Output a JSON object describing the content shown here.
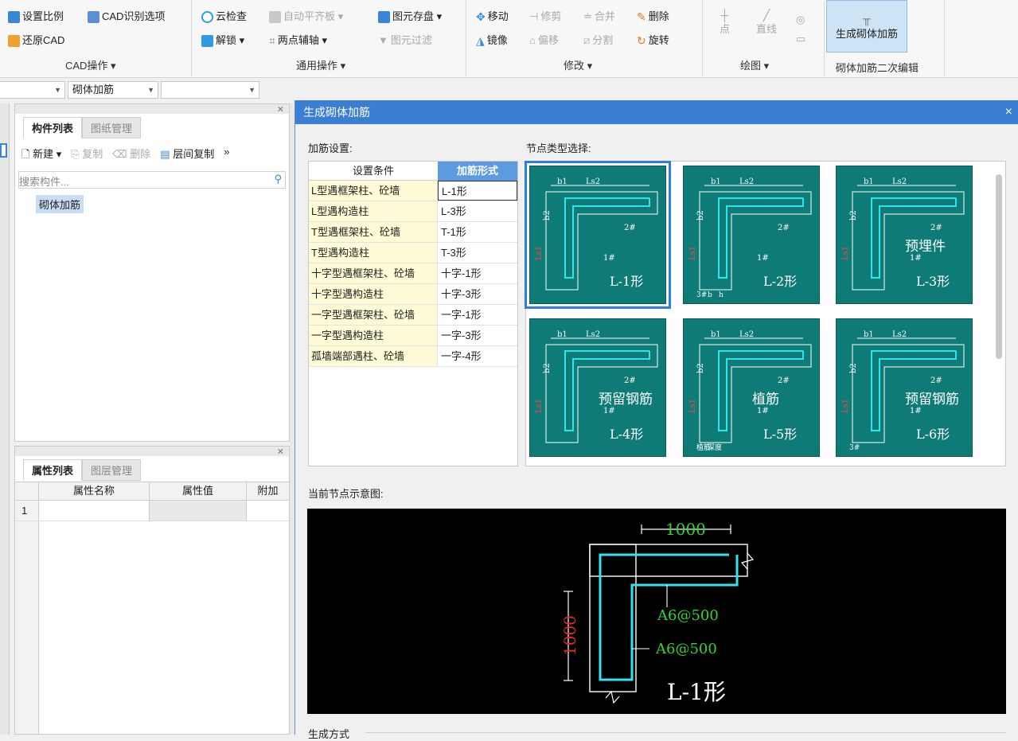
{
  "ribbon": {
    "cad_ops": {
      "set_scale": "设置比例",
      "cad_recog": "CAD识别选项",
      "restore_cad": "还原CAD",
      "group_label": "CAD操作 ▾"
    },
    "common_ops": {
      "cloud_check": "云检查",
      "auto_align": "自动平齐板 ▾",
      "save_element": "图元存盘 ▾",
      "unlock": "解锁 ▾",
      "two_point_axis": "两点辅轴 ▾",
      "element_filter": "图元过滤",
      "group_label": "通用操作 ▾"
    },
    "modify": {
      "move": "移动",
      "trim": "修剪",
      "merge": "合并",
      "delete": "删除",
      "mirror": "镜像",
      "offset": "偏移",
      "split": "分割",
      "rotate": "旋转",
      "group_label": "修改 ▾"
    },
    "draw": {
      "point": "点",
      "line": "直线",
      "group_label": "绘图 ▾"
    },
    "masonry": {
      "generate": "生成砌体加筋",
      "group_label": "砌体加筋二次编辑"
    }
  },
  "combobar": {
    "combo1": "",
    "combo2": "砌体加筋",
    "combo3": ""
  },
  "component_panel": {
    "tab_active": "构件列表",
    "tab_other": "图纸管理",
    "new": "新建 ▾",
    "copy": "复制",
    "delete": "删除",
    "floor_copy": "层间复制",
    "more": "»",
    "search_placeholder": "搜索构件...",
    "tree_item": "砌体加筋"
  },
  "property_panel": {
    "tab_active": "属性列表",
    "tab_other": "图层管理",
    "col_name": "属性名称",
    "col_value": "属性值",
    "col_extra": "附加",
    "row1_num": "1"
  },
  "dialog": {
    "title": "生成砌体加筋",
    "close": "×",
    "settings_label": "加筋设置:",
    "node_type_label": "节点类型选择:",
    "col_condition": "设置条件",
    "col_form": "加筋形式",
    "rows": [
      {
        "condition": "L型遇框架柱、砼墙",
        "form": "L-1形"
      },
      {
        "condition": "L型遇构造柱",
        "form": "L-3形"
      },
      {
        "condition": "T型遇框架柱、砼墙",
        "form": "T-1形"
      },
      {
        "condition": "T型遇构造柱",
        "form": "T-3形"
      },
      {
        "condition": "十字型遇框架柱、砼墙",
        "form": "十字-1形"
      },
      {
        "condition": "十字型遇构造柱",
        "form": "十字-3形"
      },
      {
        "condition": "一字型遇框架柱、砼墙",
        "form": "一字-1形"
      },
      {
        "condition": "一字型遇构造柱",
        "form": "一字-3形"
      },
      {
        "condition": "孤墙端部遇柱、砼墙",
        "form": "一字-4形"
      }
    ],
    "nodes": [
      {
        "name": "L-1形",
        "sub": "",
        "dims": [
          "b1",
          "Ls2",
          "b2",
          "Ls1",
          "2#",
          "1#"
        ]
      },
      {
        "name": "L-2形",
        "sub": "",
        "dims": [
          "b1",
          "Ls2",
          "b2",
          "Ls1",
          "2#",
          "1#",
          "3#",
          "b",
          "h"
        ]
      },
      {
        "name": "L-3形",
        "sub": "预埋件",
        "dims": [
          "b1",
          "Ls2",
          "b2",
          "Ls1",
          "2#",
          "1#"
        ]
      },
      {
        "name": "L-4形",
        "sub": "预留钢筋",
        "dims": [
          "b1",
          "Ls2",
          "b2",
          "Ls1",
          "2#",
          "1#"
        ]
      },
      {
        "name": "L-5形",
        "sub": "植筋",
        "dims": [
          "b1",
          "Ls2",
          "b2",
          "Ls1",
          "2#",
          "1#",
          "植筋",
          "深度"
        ]
      },
      {
        "name": "L-6形",
        "sub": "预留钢筋",
        "dims": [
          "b1",
          "Ls2",
          "b2",
          "Ls1",
          "2#",
          "1#",
          "3#"
        ]
      }
    ],
    "preview_label": "当前节点示意图:",
    "preview": {
      "dim_h": "1000",
      "dim_v": "1000",
      "rebar1": "A6@500",
      "rebar2": "A6@500",
      "shape": "L-1形"
    },
    "generate_label": "生成方式"
  },
  "colors": {
    "title_bar": "#3b7fd4",
    "node_bg": "#0e7b76",
    "rebar": "#2fe3ef",
    "dim_green": "#31d631",
    "dim_red": "#e02a2a"
  }
}
